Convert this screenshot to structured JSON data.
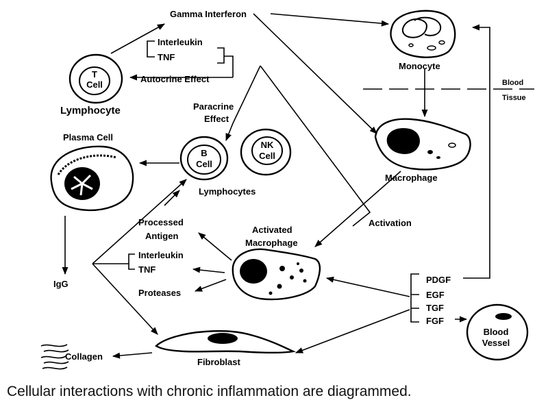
{
  "labels": {
    "gamma_interferon": "Gamma Interferon",
    "interleukin_top": "Interleukin",
    "tnf_top": "TNF",
    "autocrine": "Autocrine Effect",
    "t_cell_1": "T",
    "t_cell_2": "Cell",
    "lymphocyte": "Lymphocyte",
    "monocyte": "Monocyte",
    "blood": "Blood",
    "tissue": "Tissue",
    "paracrine_1": "Paracrine",
    "paracrine_2": "Effect",
    "plasma_cell": "Plasma Cell",
    "b_cell_1": "B",
    "b_cell_2": "Cell",
    "nk_cell_1": "NK",
    "nk_cell_2": "Cell",
    "lymphocytes": "Lymphocytes",
    "macrophage": "Macrophage",
    "activation": "Activation",
    "processed_1": "Processed",
    "processed_2": "Antigen",
    "activated_1": "Activated",
    "activated_2": "Macrophage",
    "interleukin_mid": "Interleukin",
    "tnf_mid": "TNF",
    "proteases": "Proteases",
    "igg": "IgG",
    "pdgf": "PDGF",
    "egf": "EGF",
    "tgf": "TGF",
    "fgf": "FGF",
    "blood_vessel_1": "Blood",
    "blood_vessel_2": "Vessel",
    "collagen": "Collagen",
    "fibroblast": "Fibroblast"
  },
  "caption": "Cellular interactions with chronic inflammation are diagrammed."
}
